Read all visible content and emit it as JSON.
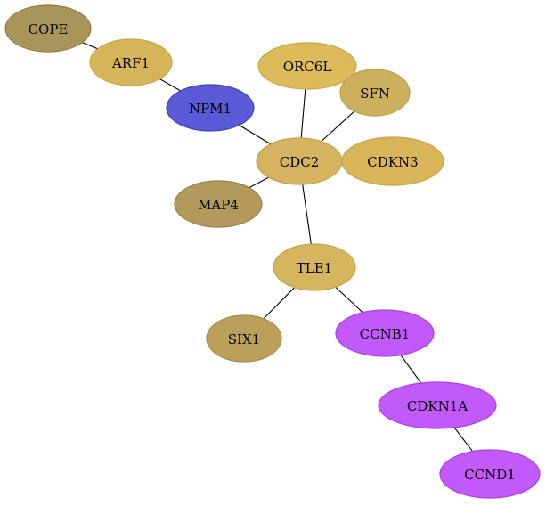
{
  "nodes": [
    {
      "id": "cope",
      "label": "COPE",
      "fill": "#a9955a",
      "stroke": "#8f7d45"
    },
    {
      "id": "arf1",
      "label": "ARF1",
      "fill": "#d6b55a",
      "stroke": "#c8a545"
    },
    {
      "id": "npm1",
      "label": "NPM1",
      "fill": "#5a5ad6",
      "stroke": "#3f3fb8"
    },
    {
      "id": "orc6l",
      "label": "ORC6L",
      "fill": "#ddbb5a",
      "stroke": "#caa645"
    },
    {
      "id": "sfn",
      "label": "SFN",
      "fill": "#cdb05e",
      "stroke": "#bd9e45"
    },
    {
      "id": "cdc2",
      "label": "CDC2",
      "fill": "#d6b35e",
      "stroke": "#c6a045"
    },
    {
      "id": "cdkn3",
      "label": "CDKN3",
      "fill": "#d9b55a",
      "stroke": "#c8a245"
    },
    {
      "id": "map4",
      "label": "MAP4",
      "fill": "#b19a5c",
      "stroke": "#978245"
    },
    {
      "id": "tle1",
      "label": "TLE1",
      "fill": "#d5b55e",
      "stroke": "#c4a245"
    },
    {
      "id": "six1",
      "label": "SIX1",
      "fill": "#bba05c",
      "stroke": "#a38a45"
    },
    {
      "id": "ccnb1",
      "label": "CCNB1",
      "fill": "#c15af9",
      "stroke": "#a840e6"
    },
    {
      "id": "cdkn1a",
      "label": "CDKN1A",
      "fill": "#c15af9",
      "stroke": "#a840e6"
    },
    {
      "id": "ccnd1",
      "label": "CCND1",
      "fill": "#c15af9",
      "stroke": "#a840e6"
    }
  ],
  "edges": [
    {
      "id": "cope-arf1",
      "source": "cope",
      "target": "arf1"
    },
    {
      "id": "arf1-npm1",
      "source": "arf1",
      "target": "npm1"
    },
    {
      "id": "npm1-cdc2",
      "source": "npm1",
      "target": "cdc2"
    },
    {
      "id": "orc6l-cdc2",
      "source": "orc6l",
      "target": "cdc2"
    },
    {
      "id": "sfn-cdc2",
      "source": "sfn",
      "target": "cdc2"
    },
    {
      "id": "map4-cdc2",
      "source": "map4",
      "target": "cdc2"
    },
    {
      "id": "cdc2-tle1",
      "source": "cdc2",
      "target": "tle1"
    },
    {
      "id": "tle1-six1",
      "source": "tle1",
      "target": "six1"
    },
    {
      "id": "tle1-ccnb1",
      "source": "tle1",
      "target": "ccnb1"
    },
    {
      "id": "ccnb1-cdkn1a",
      "source": "ccnb1",
      "target": "cdkn1a"
    },
    {
      "id": "cdkn1a-ccnd1",
      "source": "cdkn1a",
      "target": "ccnd1"
    }
  ]
}
